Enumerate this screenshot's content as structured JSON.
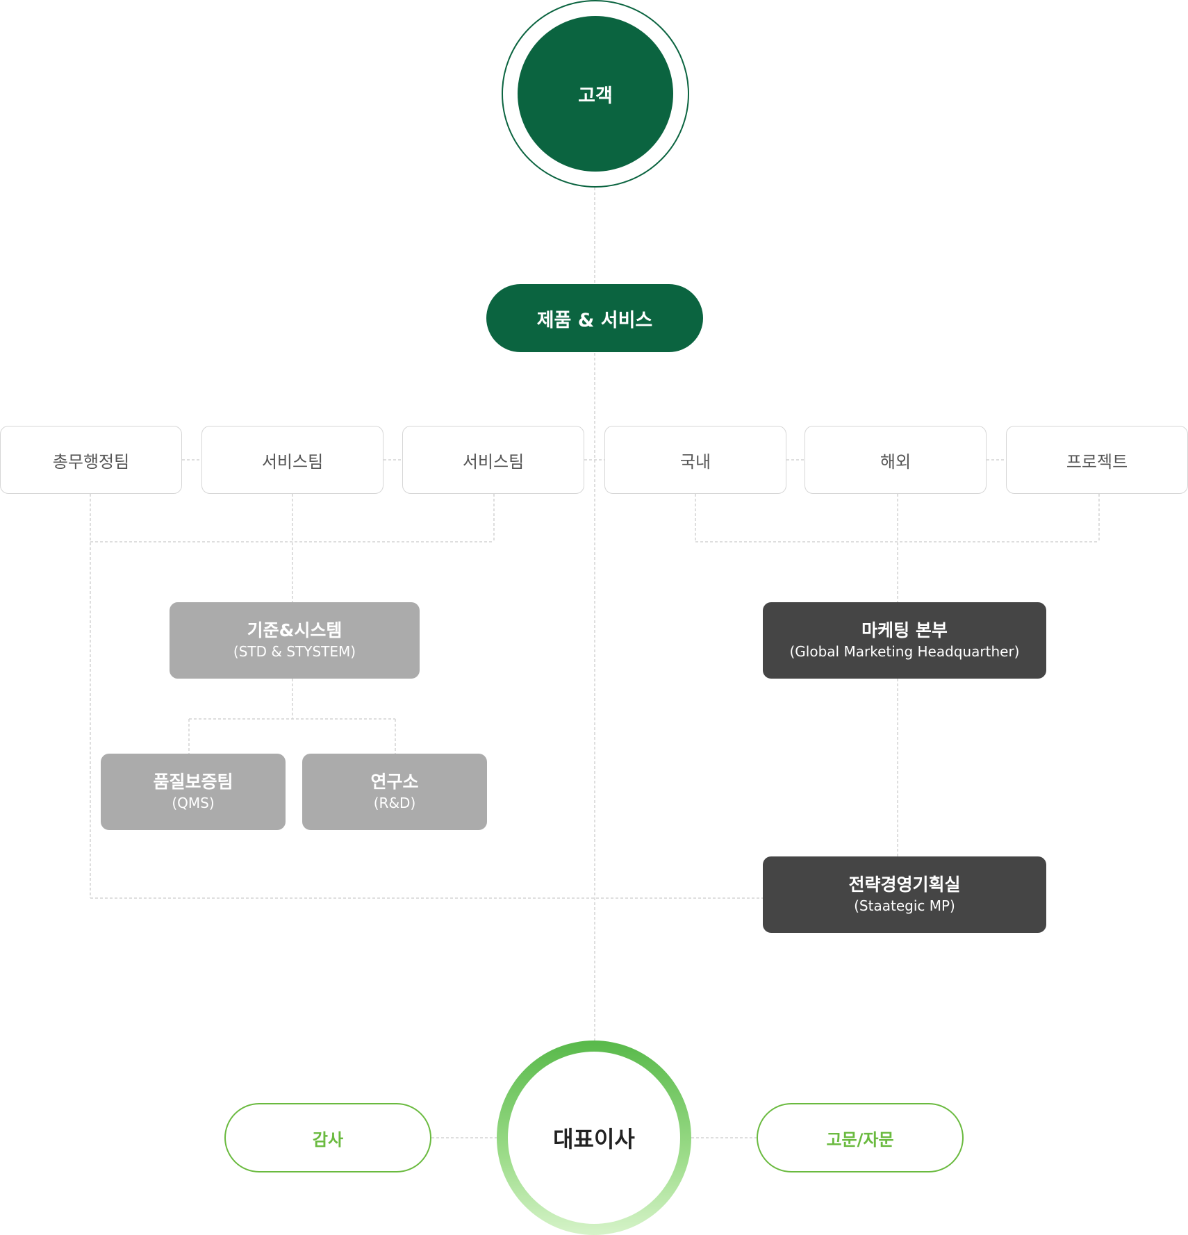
{
  "customer": {
    "label": "고객"
  },
  "products": {
    "label": "제품 & 서비스"
  },
  "teams": [
    {
      "label": "총무행정팀"
    },
    {
      "label": "서비스팀"
    },
    {
      "label": "서비스팀"
    },
    {
      "label": "국내"
    },
    {
      "label": "해외"
    },
    {
      "label": "프로젝트"
    }
  ],
  "std_system": {
    "title": "기준&시스템",
    "subtitle": "(STD & STYSTEM)"
  },
  "qms": {
    "title": "품질보증팀",
    "subtitle": "(QMS)"
  },
  "rnd": {
    "title": "연구소",
    "subtitle": "(R&D)"
  },
  "marketing": {
    "title": "마케팅 본부",
    "subtitle": "(Global Marketing Headquarther)"
  },
  "strategy": {
    "title": "전략경영기획실",
    "subtitle": "(Staategic MP)"
  },
  "ceo": {
    "label": "대표이사"
  },
  "audit": {
    "label": "감사"
  },
  "advisory": {
    "label": "고문/자문"
  },
  "colors": {
    "primary_green": "#0b6440",
    "light_green": "#6aba3f",
    "gray_box": "#ababab",
    "dark_box": "#454545",
    "connector": "#d9d9d9"
  }
}
